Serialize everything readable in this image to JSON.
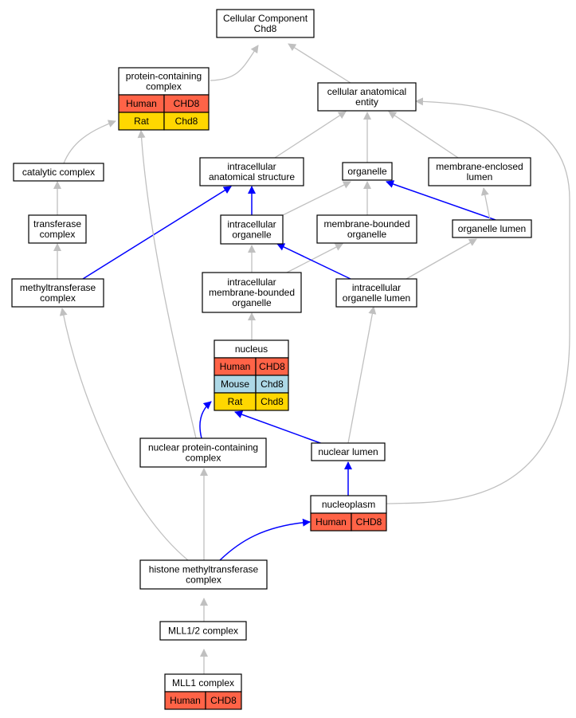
{
  "colors": {
    "grey_edge": "#c0c0c0",
    "blue_edge": "#0000ff",
    "Human": "#ff6347",
    "Mouse": "#add8e6",
    "Rat": "#ffd700",
    "node_fill": "#ffffff",
    "node_stroke": "#000000"
  },
  "nodes": {
    "cc": {
      "lines": [
        "Cellular Component",
        "Chd8"
      ]
    },
    "pcc": {
      "lines": [
        "protein-containing",
        "complex"
      ],
      "annotations": [
        {
          "species": "Human",
          "gene": "CHD8"
        },
        {
          "species": "Rat",
          "gene": "Chd8"
        }
      ]
    },
    "cae": {
      "lines": [
        "cellular anatomical",
        "entity"
      ]
    },
    "cat": {
      "lines": [
        "catalytic complex"
      ]
    },
    "ias": {
      "lines": [
        "intracellular",
        "anatomical structure"
      ]
    },
    "org": {
      "lines": [
        "organelle"
      ]
    },
    "mel": {
      "lines": [
        "membrane-enclosed",
        "lumen"
      ]
    },
    "trc": {
      "lines": [
        "transferase",
        "complex"
      ]
    },
    "io": {
      "lines": [
        "intracellular",
        "organelle"
      ]
    },
    "mbo": {
      "lines": [
        "membrane-bounded",
        "organelle"
      ]
    },
    "ol": {
      "lines": [
        "organelle lumen"
      ]
    },
    "mtc": {
      "lines": [
        "methyltransferase",
        "complex"
      ]
    },
    "imbo": {
      "lines": [
        "intracellular",
        "membrane-bounded",
        "organelle"
      ]
    },
    "iol": {
      "lines": [
        "intracellular",
        "organelle lumen"
      ]
    },
    "nuc": {
      "lines": [
        "nucleus"
      ],
      "annotations": [
        {
          "species": "Human",
          "gene": "CHD8"
        },
        {
          "species": "Mouse",
          "gene": "Chd8"
        },
        {
          "species": "Rat",
          "gene": "Chd8"
        }
      ]
    },
    "npc": {
      "lines": [
        "nuclear protein-containing",
        "complex"
      ]
    },
    "nl": {
      "lines": [
        "nuclear lumen"
      ]
    },
    "np": {
      "lines": [
        "nucleoplasm"
      ],
      "annotations": [
        {
          "species": "Human",
          "gene": "CHD8"
        }
      ]
    },
    "hmc": {
      "lines": [
        "histone methyltransferase",
        "complex"
      ]
    },
    "mll12": {
      "lines": [
        "MLL1/2 complex"
      ]
    },
    "mll1": {
      "lines": [
        "MLL1 complex"
      ],
      "annotations": [
        {
          "species": "Human",
          "gene": "CHD8"
        }
      ]
    }
  }
}
